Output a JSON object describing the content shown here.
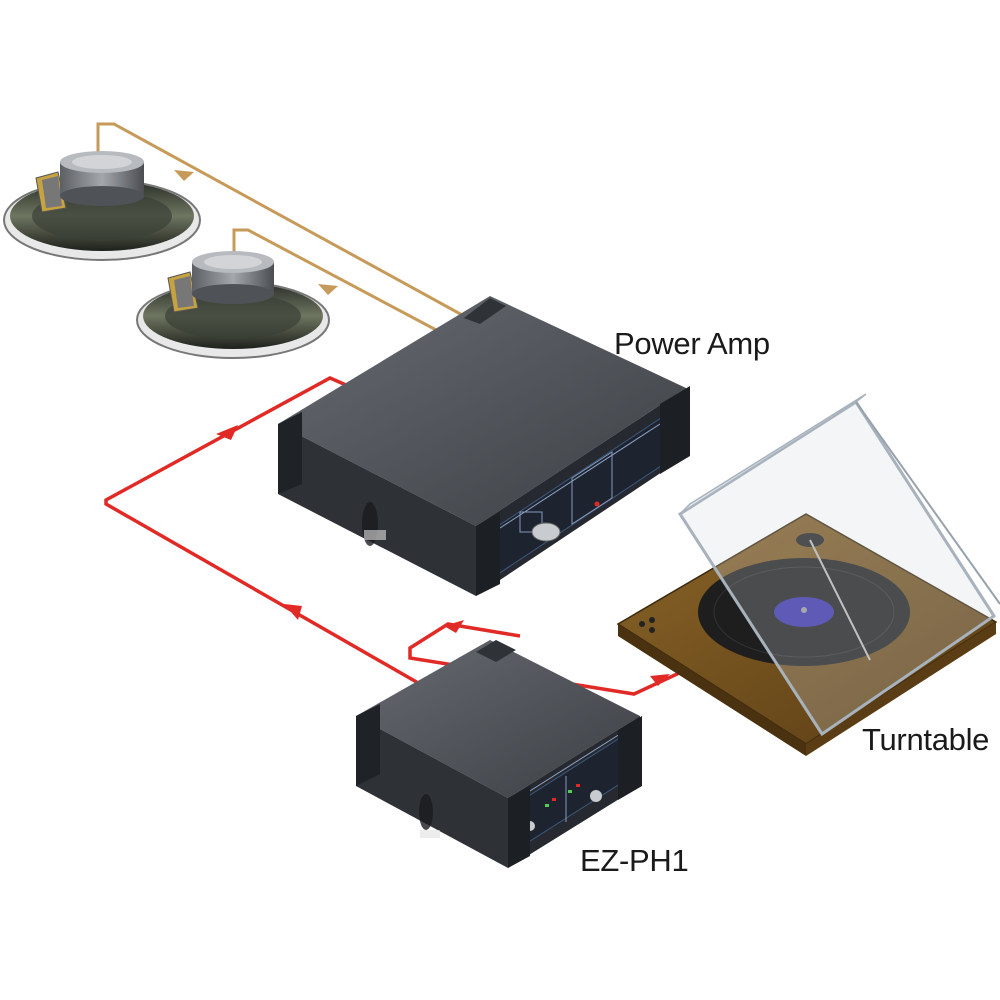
{
  "labels": {
    "power_amp": "Power Amp",
    "turntable": "Turntable",
    "preamp": "EZ-PH1"
  },
  "colors": {
    "speaker_wire": "#c69a58",
    "signal_wire": "#e12a26",
    "device_body": "#3a3d42",
    "device_panel": "#1d2430",
    "turntable_base": "#6b4a1e",
    "record": "#1e1e1e",
    "record_label": "#3a30a8"
  },
  "icons": [
    "speaker-icon",
    "power-amp-device",
    "preamp-device",
    "turntable-device",
    "direction-arrow-icon"
  ]
}
